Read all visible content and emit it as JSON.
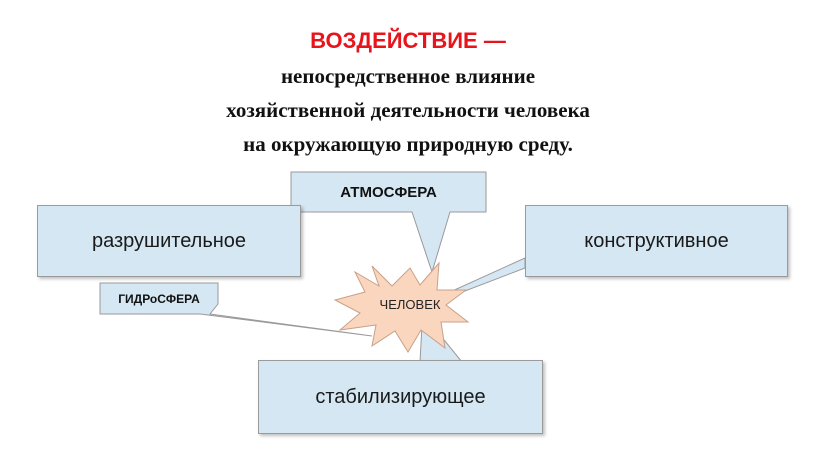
{
  "title": {
    "term": "ВОЗДЕЙСТВИЕ —",
    "definition_lines": [
      "непосредственное влияние",
      "хозяйственной деятельности человека",
      "на окружающую природную среду."
    ]
  },
  "diagram": {
    "center": "ЧЕЛОВЕК",
    "boxes": {
      "destructive": "разрушительное",
      "constructive": "конструктивное",
      "stabilizing": "стабилизирующее"
    },
    "callouts": {
      "atmosphere": "АТМОСФЕРА",
      "hydrosphere": "ГИДРоСФЕРА"
    }
  },
  "colors": {
    "title_accent": "#e8141c",
    "box_fill": "#d4e7f3",
    "star_fill": "#fbd6bf"
  }
}
